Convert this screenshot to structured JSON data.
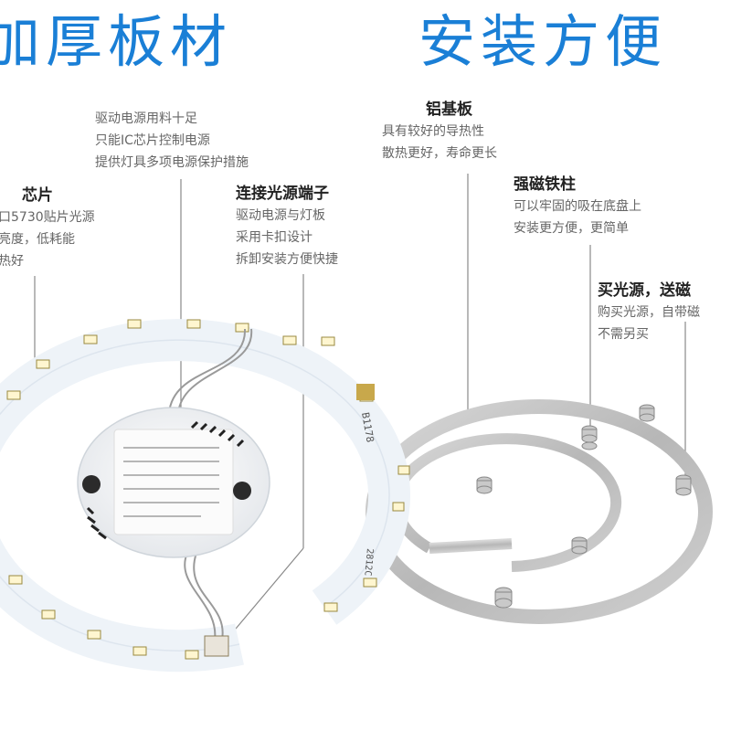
{
  "headline_left": "加厚板材",
  "headline_right": "安装方便",
  "callouts": {
    "power": {
      "title": "",
      "lines": [
        "驱动电源用料十足",
        "只能IC芯片控制电源",
        "提供灯具多项电源保护措施"
      ]
    },
    "chip": {
      "title": "芯片",
      "lines": [
        "口5730贴片光源",
        "亮度，低耗能",
        "热好"
      ]
    },
    "connector": {
      "title": "连接光源端子",
      "lines": [
        "驱动电源与灯板",
        "采用卡扣设计",
        "拆卸安装方便快捷"
      ]
    },
    "aluminum": {
      "title": "铝基板",
      "lines": [
        "具有较好的导热性",
        "散热更好，寿命更长"
      ]
    },
    "magnet": {
      "title": "强磁铁柱",
      "lines": [
        "可以牢固的吸在底盘上",
        "安装更方便，更简单"
      ]
    },
    "light": {
      "title": "买光源，送磁",
      "lines": [
        "购买光源，自带磁",
        "不需另买"
      ]
    }
  },
  "pcb_labels": [
    "B1178",
    "2812C"
  ]
}
